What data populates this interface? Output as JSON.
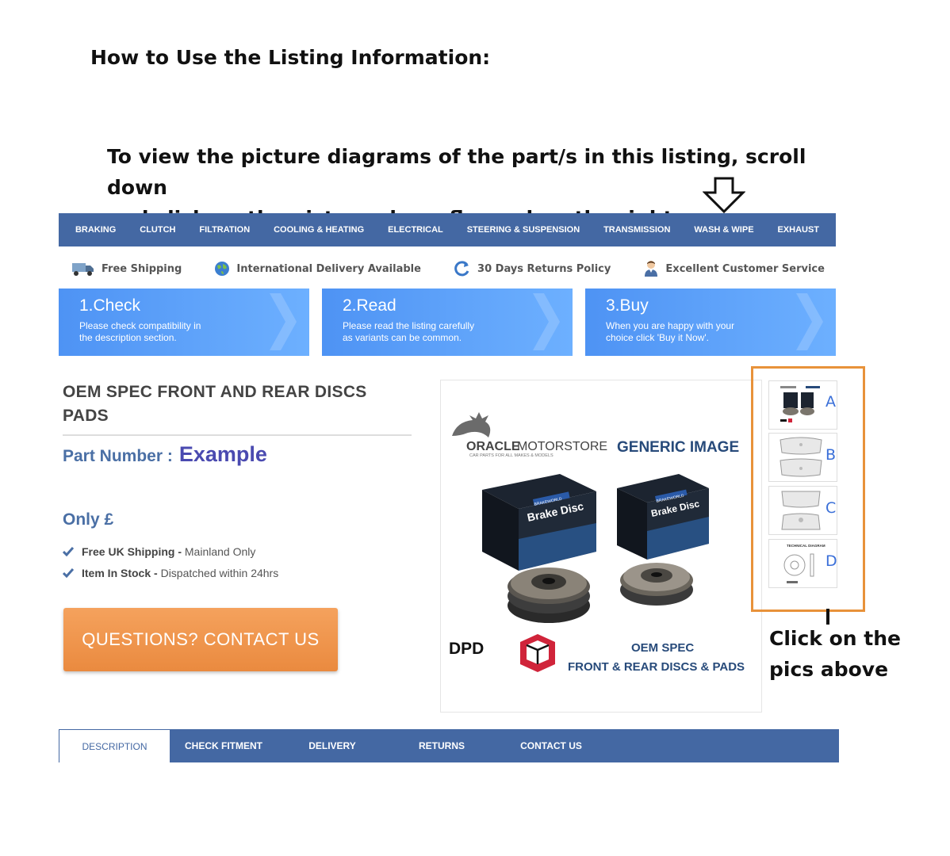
{
  "howto_title": "How to Use the Listing Information:",
  "instruction": {
    "line1": "To view the picture diagrams of the part/s in this listing, scroll down",
    "line2": "and click on the pictures boxs flagged on the right."
  },
  "category_nav": [
    "BRAKING",
    "CLUTCH",
    "FILTRATION",
    "COOLING & HEATING",
    "ELECTRICAL",
    "STEERING & SUSPENSION",
    "TRANSMISSION",
    "WASH & WIPE",
    "EXHAUST"
  ],
  "features": [
    {
      "label": "Free Shipping",
      "icon": "truck-icon"
    },
    {
      "label": "International Delivery Available",
      "icon": "globe-icon"
    },
    {
      "label": "30 Days Returns Policy",
      "icon": "refresh-icon"
    },
    {
      "label": "Excellent Customer Service",
      "icon": "customer-service-icon"
    }
  ],
  "steps": [
    {
      "title": "1.Check",
      "line1": "Please check compatibility in",
      "line2": "the description section."
    },
    {
      "title": "2.Read",
      "line1": "Please read the listing carefully",
      "line2": "as variants can be common."
    },
    {
      "title": "3.Buy",
      "line1": "When you are happy with your",
      "line2": "choice click 'Buy it Now'."
    }
  ],
  "product": {
    "title_line1": "OEM SPEC FRONT AND REAR DISCS",
    "title_line2": "PADS",
    "part_label": "Part Number :",
    "part_value": "Example",
    "price_label": "Only  £"
  },
  "perks": [
    {
      "bold": "Free UK Shipping -",
      "rest": " Mainland Only"
    },
    {
      "bold": "Item In Stock -",
      "rest": " Dispatched within 24hrs"
    }
  ],
  "contact_button": "QUESTIONS? CONTACT US",
  "main_image": {
    "brand": "ORACLE",
    "brand2": "MOTORSTORE",
    "brand_tagline": "CAR PARTS FOR ALL MAKES & MODELS",
    "generic": "GENERIC IMAGE",
    "box_brand": "BRAKEWORLD",
    "box_label": "Brake Disc",
    "courier": "DPD",
    "caption1": "OEM SPEC",
    "caption2": "FRONT & REAR DISCS & PADS"
  },
  "thumbnails": [
    {
      "letter": "A"
    },
    {
      "letter": "B"
    },
    {
      "letter": "C"
    },
    {
      "letter": "D",
      "caption": "TECHNICAL DIAGRAM"
    }
  ],
  "click_note": {
    "line1": "Click on the",
    "line2": "pics above"
  },
  "tabs": [
    "DESCRIPTION",
    "CHECK FITMENT",
    "DELIVERY",
    "RETURNS",
    "CONTACT US"
  ],
  "colors": {
    "nav": "#4468a3",
    "step": "#5aa0f8",
    "accent": "#e8923a",
    "part_value": "#4a4ab0"
  }
}
